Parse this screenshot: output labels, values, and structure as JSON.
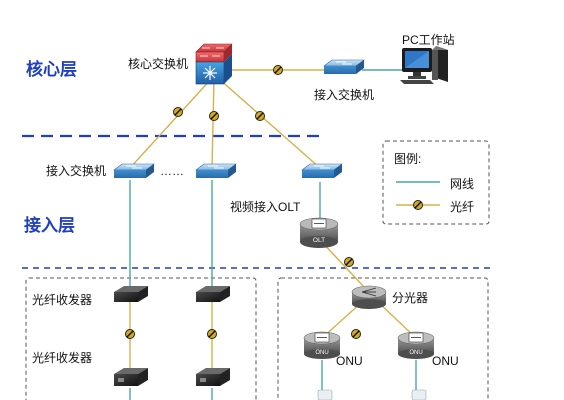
{
  "layers": {
    "core": "核心层",
    "access": "接入层"
  },
  "labels": {
    "core_switch": "核心交换机",
    "pc": "PC工作站",
    "access_switch_top": "接入交换机",
    "access_switch_left": "接入交换机",
    "dots": "……",
    "video_olt": "视频接入OLT",
    "transceiver_1": "光纤收发器",
    "transceiver_2": "光纤收发器",
    "splitter": "分光器",
    "onu_left": "ONU",
    "onu_right": "ONU"
  },
  "device_text": {
    "olt": "OLT",
    "onu": "ONU"
  },
  "legend": {
    "title": "图例:",
    "ethernet": "网线",
    "fiber": "光纤"
  },
  "colors": {
    "layer_text": "#1f3fbf",
    "dashed_separator": "#1f3fbf",
    "network_cable": "#4aa8a4",
    "fiber_cable": "#d8b04a",
    "fiber_marker": "#d4aa22",
    "switch_blue": "#3d8fd0",
    "core_red": "#c8323c"
  }
}
